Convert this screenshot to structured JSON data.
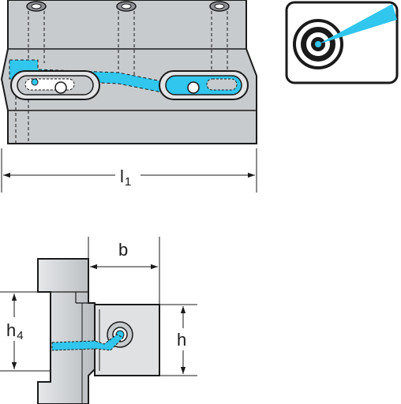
{
  "dimensions": {
    "length": {
      "symbol": "l",
      "subscript": "1"
    },
    "width": {
      "symbol": "b"
    },
    "height": {
      "symbol": "h"
    },
    "shank_height": {
      "symbol": "h",
      "subscript": "4"
    }
  },
  "icons": {
    "coolant_target": "coolant-target-icon"
  },
  "colors": {
    "body": "#c8cbce",
    "body_dark": "#a7abb0",
    "body_light": "#e2e4e6",
    "coolant": "#30c6ee",
    "outline": "#1a1a1a"
  }
}
